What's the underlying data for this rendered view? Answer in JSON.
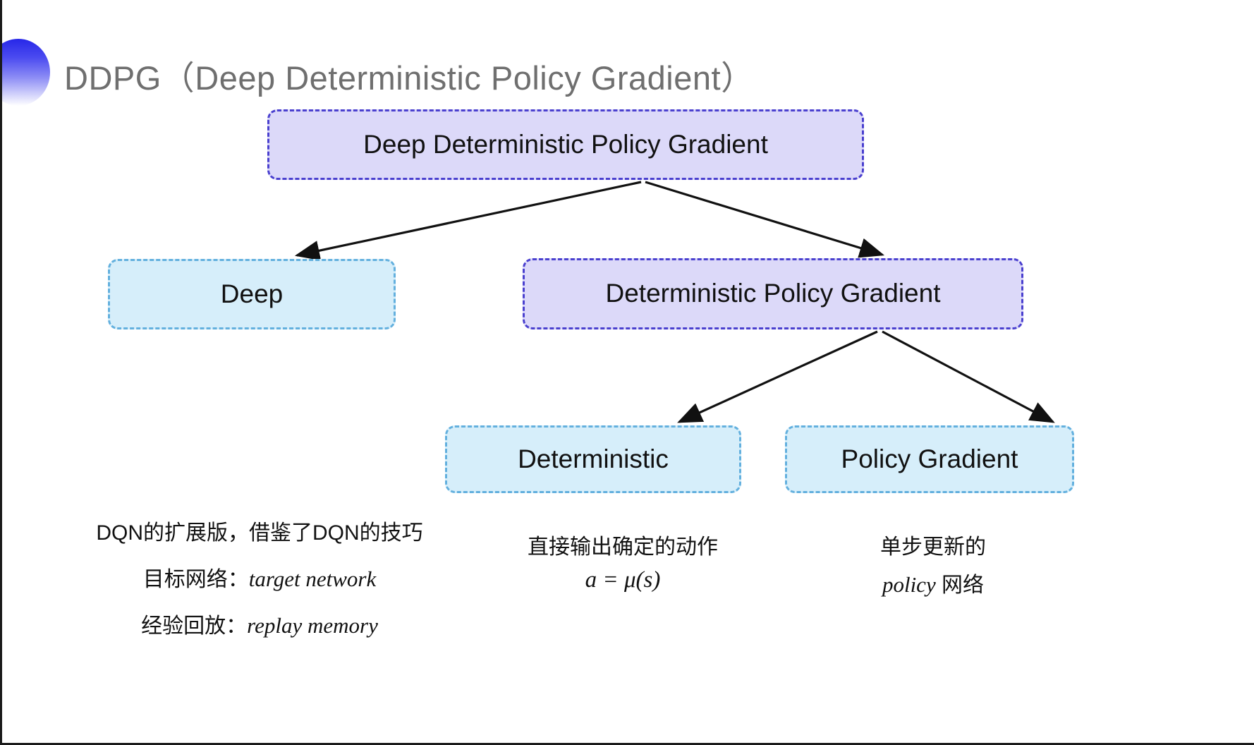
{
  "slide": {
    "title": "DDPG（Deep Deterministic Policy Gradient）",
    "background_color": "#ffffff"
  },
  "palette": {
    "purple_fill": "#dcd9f9",
    "purple_border": "#4a40cf",
    "cyan_fill": "#d6eefa",
    "cyan_border": "#63b0de",
    "title_color": "#6f6f6f",
    "arrow_color": "#111111",
    "deco_gradient_start": "#2727e8",
    "deco_gradient_end": "#ffffff"
  },
  "diagram": {
    "type": "tree",
    "nodes": {
      "root": {
        "label": "Deep Deterministic Policy Gradient",
        "style": "purple"
      },
      "deep": {
        "label": "Deep",
        "style": "cyan"
      },
      "dpg": {
        "label": "Deterministic Policy Gradient",
        "style": "purple"
      },
      "deterministic": {
        "label": "Deterministic",
        "style": "cyan"
      },
      "policy_gradient": {
        "label": "Policy Gradient",
        "style": "cyan"
      }
    },
    "edges": [
      {
        "from": "root",
        "to": "deep"
      },
      {
        "from": "root",
        "to": "dpg"
      },
      {
        "from": "dpg",
        "to": "deterministic"
      },
      {
        "from": "dpg",
        "to": "policy_gradient"
      }
    ]
  },
  "captions": {
    "deep": {
      "line1": "DQN的扩展版，借鉴了DQN的技巧",
      "line2_cn": "目标网络：",
      "line2_en": "target network",
      "line3_cn": "经验回放：",
      "line3_en": "replay memory"
    },
    "deterministic": {
      "line1": "直接输出确定的动作",
      "formula": "a = μ(s)"
    },
    "policy_gradient": {
      "line1": "单步更新的",
      "line2_en": "policy",
      "line2_cn": " 网络"
    }
  }
}
